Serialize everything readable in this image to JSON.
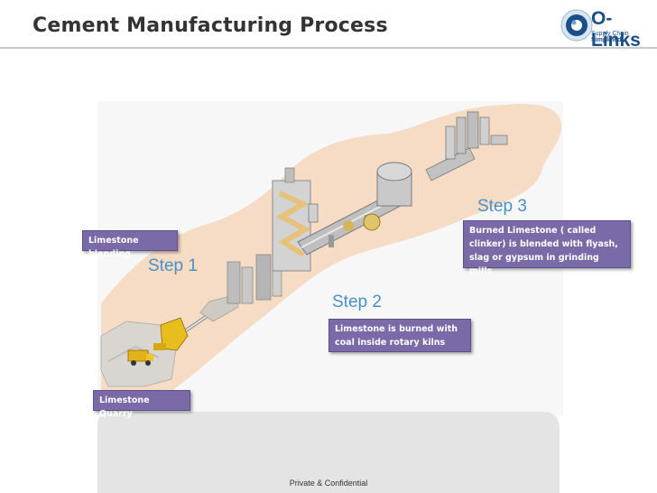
{
  "title": "Cement Manufacturing Process",
  "logo": {
    "name": "O-Links",
    "tagline_prefix": "Supply Chain ",
    "tagline_emphasis": "Simplified",
    "brand_color": "#1b4f8a"
  },
  "steps": {
    "step1": "Step 1",
    "step2": "Step 2",
    "step3": "Step 3"
  },
  "callouts": {
    "blending": "Limestone blending",
    "quarry": "Limestone Quarry",
    "burning": "Limestone is burned with coal inside rotary kilns",
    "grinding": "Burned Limestone ( called clinker) is blended with flyash, slag or gypsum in grinding mills"
  },
  "footer": "Private & Confidential",
  "colors": {
    "callout_fill": "#7a6aa8",
    "step_text": "#4a90c8",
    "ground": "#f6dcc4"
  }
}
